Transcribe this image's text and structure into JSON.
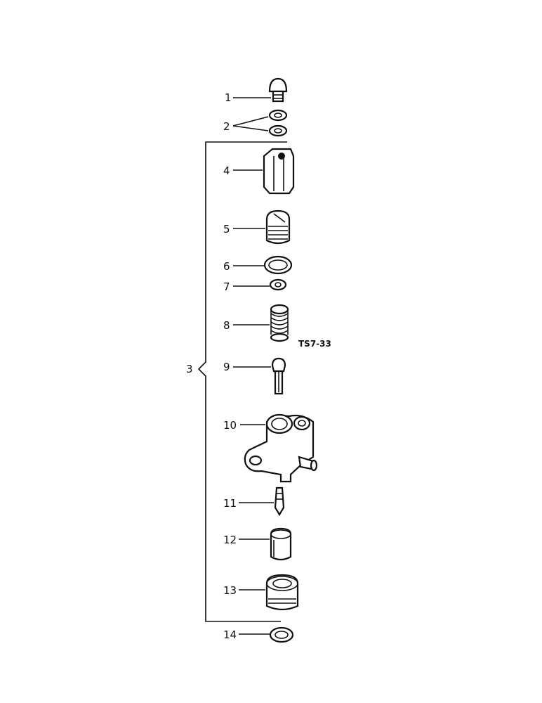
{
  "figure_code": "TS7-33",
  "callouts": {
    "c1": "1",
    "c2": "2",
    "c3": "3",
    "c4": "4",
    "c5": "5",
    "c6": "6",
    "c7": "7",
    "c8": "8",
    "c9": "9",
    "c10": "10",
    "c11": "11",
    "c12": "12",
    "c13": "13",
    "c14": "14"
  }
}
